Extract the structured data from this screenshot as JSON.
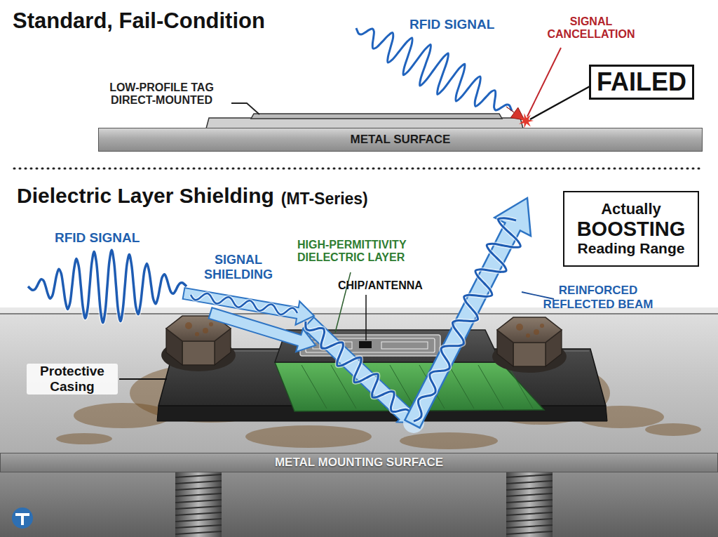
{
  "diagram": {
    "nodes": [
      {
        "text": [
          "FAILED"
        ]
      },
      {
        "text": [
          "METAL SURFACE"
        ]
      },
      {
        "text": [
          "Actually",
          "BOOSTING",
          "Reading Range"
        ]
      },
      {
        "text": [
          "METAL MOUNTING SURFACE"
        ]
      }
    ],
    "labels": [
      "Standard, Fail-Condition",
      "RFID SIGNAL",
      "SIGNAL CANCELLATION",
      "LOW-PROFILE TAG DIRECT-MOUNTED",
      "Dielectric Layer Shielding",
      "(MT-Series)",
      "RFID SIGNAL",
      "HIGH-PERMITTIVITY DIELECTRIC LAYER",
      "SIGNAL SHIELDING",
      "CHIP/ANTENNA",
      "REINFORCED REFLECTED BEAM",
      "Protective Casing"
    ]
  }
}
